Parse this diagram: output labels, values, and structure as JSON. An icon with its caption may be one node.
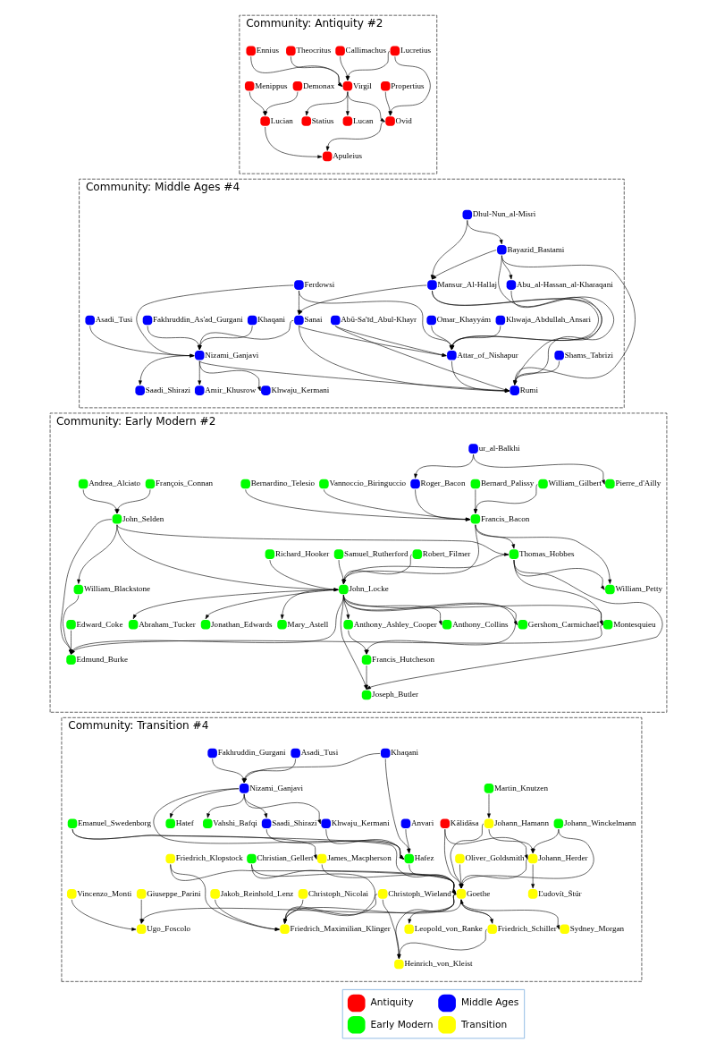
{
  "diagram": {
    "nodes": [
      {
        "text": [
          "Community: Antiquity #2"
        ]
      },
      {
        "text": [],
        "shape": "circle",
        "beside": [
          "Lucretius"
        ],
        "in": 0
      },
      {
        "text": [],
        "shape": "circle",
        "beside": [
          "Callimachus"
        ],
        "in": 0
      },
      {
        "text": [],
        "shape": "circle",
        "beside": [
          "Theocritus"
        ],
        "in": 0
      },
      {
        "text": [],
        "shape": "circle",
        "beside": [
          "Ennius"
        ],
        "in": 0
      },
      {
        "text": [],
        "shape": "circle",
        "beside": [
          "Demonax"
        ],
        "in": 0
      },
      {
        "text": [],
        "shape": "circle",
        "beside": [
          "Menippus"
        ],
        "in": 0
      },
      {
        "text": [],
        "shape": "circle",
        "beside": [
          "Propertius"
        ],
        "in": 0
      },
      {
        "text": [],
        "shape": "circle",
        "beside": [
          "Virgil"
        ],
        "in": 0
      },
      {
        "text": [],
        "shape": "circle",
        "beside": [
          "Lucian"
        ],
        "in": 0
      },
      {
        "text": [],
        "shape": "circle",
        "beside": [
          "Ovid"
        ],
        "in": 0
      },
      {
        "text": [],
        "shape": "circle",
        "beside": [
          "Statius"
        ],
        "in": 0
      },
      {
        "text": [],
        "shape": "circle",
        "beside": [
          "Lucan"
        ],
        "in": 0
      },
      {
        "text": [],
        "shape": "circle",
        "beside": [
          "Apuleius"
        ],
        "in": 0
      },
      {
        "text": [
          "Community: Middle Ages #4"
        ]
      },
      {
        "text": [],
        "shape": "circle",
        "beside": [
          "Dhul-Nun_al-Misri"
        ],
        "in": 14
      },
      {
        "text": [],
        "shape": "circle",
        "beside": [
          "Bayazid_Bastami"
        ],
        "in": 14
      },
      {
        "text": [],
        "shape": "circle",
        "beside": [
          "Ferdowsi"
        ],
        "in": 14
      },
      {
        "text": [],
        "shape": "circle",
        "beside": [
          "Mansur_Al-Hallaj"
        ],
        "in": 14
      },
      {
        "text": [],
        "shape": "circle",
        "beside": [
          "Abu_al-Hassan_al-Kharaqani"
        ],
        "in": 14
      },
      {
        "text": [],
        "shape": "circle",
        "beside": [
          "Khaqani"
        ],
        "in": 14
      },
      {
        "text": [],
        "shape": "circle",
        "beside": [
          "Fakhruddin_As'ad_Gurgani"
        ],
        "in": 14
      },
      {
        "text": [],
        "shape": "circle",
        "beside": [
          "Asadi_Tusi"
        ],
        "in": 14
      },
      {
        "text": [],
        "shape": "circle",
        "beside": [
          "Sanai"
        ],
        "in": 14
      },
      {
        "text": [],
        "shape": "circle",
        "beside": [
          "Khwaja_Abdullah_Ansari"
        ],
        "in": 14
      },
      {
        "text": [],
        "shape": "circle",
        "beside": [
          "Omar_Khayyám"
        ],
        "in": 14
      },
      {
        "text": [],
        "shape": "circle",
        "beside": [
          "Abū-Sa'īd_Abul-Khayr"
        ],
        "in": 14
      },
      {
        "text": [],
        "shape": "circle",
        "beside": [
          "Nizami_Ganjavi"
        ],
        "in": 14
      },
      {
        "text": [],
        "shape": "circle",
        "beside": [
          "Attar_of_Nishapur"
        ],
        "in": 14
      },
      {
        "text": [],
        "shape": "circle",
        "beside": [
          "Shams_Tabrizi"
        ],
        "in": 14
      },
      {
        "text": [],
        "shape": "circle",
        "beside": [
          "Amir_Khusrow"
        ],
        "in": 14
      },
      {
        "text": [],
        "shape": "circle",
        "beside": [
          "Khwaju_Kermani"
        ],
        "in": 14
      },
      {
        "text": [],
        "shape": "circle",
        "beside": [
          "Saadi_Shirazi"
        ],
        "in": 14
      },
      {
        "text": [],
        "shape": "circle",
        "beside": [
          "Rumi"
        ],
        "in": 14
      },
      {
        "text": [
          "Community: Early Modern #2"
        ]
      },
      {
        "text": [],
        "shape": "circle",
        "beside": [
          "ur_al-Balkhi"
        ],
        "in": 34
      },
      {
        "text": [],
        "shape": "circle",
        "beside": [
          "Andrea_Alciato"
        ],
        "in": 34
      },
      {
        "text": [],
        "shape": "circle",
        "beside": [
          "François_Connan"
        ],
        "in": 34
      },
      {
        "text": [],
        "shape": "circle",
        "beside": [
          "Vannoccio_Biringuccio"
        ],
        "in": 34
      },
      {
        "text": [],
        "shape": "circle",
        "beside": [
          "Bernardino_Telesio"
        ],
        "in": 34
      },
      {
        "text": [],
        "shape": "circle",
        "beside": [
          "William_Gilbert"
        ],
        "in": 34
      },
      {
        "text": [],
        "shape": "circle",
        "beside": [
          "Roger_Bacon"
        ],
        "in": 34
      },
      {
        "text": [],
        "shape": "circle",
        "beside": [
          "Bernard_Palissy"
        ],
        "in": 34
      },
      {
        "text": [],
        "shape": "circle",
        "beside": [
          "Pierre_d'Ailly"
        ],
        "in": 34
      },
      {
        "text": [],
        "shape": "circle",
        "beside": [
          "John_Selden"
        ],
        "in": 34
      },
      {
        "text": [],
        "shape": "circle",
        "beside": [
          "Francis_Bacon"
        ],
        "in": 34
      },
      {
        "text": [],
        "shape": "circle",
        "beside": [
          "Thomas_Hobbes"
        ],
        "in": 34
      },
      {
        "text": [],
        "shape": "circle",
        "beside": [
          "Robert_Filmer"
        ],
        "in": 34
      },
      {
        "text": [],
        "shape": "circle",
        "beside": [
          "Samuel_Rutherford"
        ],
        "in": 34
      },
      {
        "text": [],
        "shape": "circle",
        "beside": [
          "Richard_Hooker"
        ],
        "in": 34
      },
      {
        "text": [],
        "shape": "circle",
        "beside": [
          "John_Locke"
        ],
        "in": 34
      },
      {
        "text": [],
        "shape": "circle",
        "beside": [
          "William_Blackstone"
        ],
        "in": 34
      },
      {
        "text": [],
        "shape": "circle",
        "beside": [
          "William_Petty"
        ],
        "in": 34
      },
      {
        "text": [],
        "shape": "circle",
        "beside": [
          "Edward_Coke"
        ],
        "in": 34
      },
      {
        "text": [],
        "shape": "circle",
        "beside": [
          "Anthony_Ashley_Cooper"
        ],
        "in": 34
      },
      {
        "text": [],
        "shape": "circle",
        "beside": [
          "Gershom_Carmichael"
        ],
        "in": 34
      },
      {
        "text": [],
        "shape": "circle",
        "beside": [
          "Abraham_Tucker"
        ],
        "in": 34
      },
      {
        "text": [],
        "shape": "circle",
        "beside": [
          "Jonathan_Edwards"
        ],
        "in": 34
      },
      {
        "text": [],
        "shape": "circle",
        "beside": [
          "Mary_Astell"
        ],
        "in": 34
      },
      {
        "text": [],
        "shape": "circle",
        "beside": [
          "Anthony_Collins"
        ],
        "in": 34
      },
      {
        "text": [],
        "shape": "circle",
        "beside": [
          "Montesquieu"
        ],
        "in": 34
      },
      {
        "text": [],
        "shape": "circle",
        "beside": [
          "Edmund_Burke"
        ],
        "in": 34
      },
      {
        "text": [],
        "shape": "circle",
        "beside": [
          "Francis_Hutcheson"
        ],
        "in": 34
      },
      {
        "text": [],
        "shape": "circle",
        "beside": [
          "Joseph_Butler"
        ],
        "in": 34
      },
      {
        "text": [
          "Community: Transition #4"
        ]
      },
      {
        "text": [],
        "shape": "circle",
        "beside": [
          "Khaqani"
        ],
        "in": 64
      },
      {
        "text": [],
        "shape": "circle",
        "beside": [
          "Fakhruddin_Gurgani"
        ],
        "in": 64
      },
      {
        "text": [],
        "shape": "circle",
        "beside": [
          "Asadi_Tusi"
        ],
        "in": 64
      },
      {
        "text": [],
        "shape": "circle",
        "beside": [
          "Nizami_Ganjavi"
        ],
        "in": 64
      },
      {
        "text": [],
        "shape": "circle",
        "beside": [
          "Martin_Knutzen"
        ],
        "in": 64
      },
      {
        "text": [],
        "shape": "circle",
        "beside": [
          "Saadi_Shirazi"
        ],
        "in": 64
      },
      {
        "text": [],
        "shape": "circle",
        "beside": [
          "Anvari"
        ],
        "in": 64
      },
      {
        "text": [],
        "shape": "circle",
        "beside": [
          "Khwaju_Kermani"
        ],
        "in": 64
      },
      {
        "text": [],
        "shape": "circle",
        "beside": [
          "Kālidāsa"
        ],
        "in": 64
      },
      {
        "text": [],
        "shape": "circle",
        "beside": [
          "Emanuel_Swedenborg"
        ],
        "in": 64
      },
      {
        "text": [],
        "shape": "circle",
        "beside": [
          "Johann_Winckelmann"
        ],
        "in": 64
      },
      {
        "text": [],
        "shape": "circle",
        "beside": [
          "Hatef"
        ],
        "in": 64
      },
      {
        "text": [],
        "shape": "circle",
        "beside": [
          "Vahshi_Bafqi"
        ],
        "in": 64
      },
      {
        "text": [],
        "shape": "circle",
        "beside": [
          "Johann_Hamann"
        ],
        "in": 64
      },
      {
        "text": [],
        "shape": "circle",
        "beside": [
          "Friedrich_Klopstock"
        ],
        "in": 64
      },
      {
        "text": [],
        "shape": "circle",
        "beside": [
          "Christian_Gellert"
        ],
        "in": 64
      },
      {
        "text": [],
        "shape": "circle",
        "beside": [
          "James_Macpherson"
        ],
        "in": 64
      },
      {
        "text": [],
        "shape": "circle",
        "beside": [
          "Hafez"
        ],
        "in": 64
      },
      {
        "text": [],
        "shape": "circle",
        "beside": [
          "Oliver_Goldsmith"
        ],
        "in": 64
      },
      {
        "text": [],
        "shape": "circle",
        "beside": [
          "Johann_Herder"
        ],
        "in": 64
      },
      {
        "text": [],
        "shape": "circle",
        "beside": [
          "Christoph_Nicolai"
        ],
        "in": 64
      },
      {
        "text": [],
        "shape": "circle",
        "beside": [
          "Jakob_Reinhold_Lenz"
        ],
        "in": 64
      },
      {
        "text": [],
        "shape": "circle",
        "beside": [
          "Christoph_Wieland"
        ],
        "in": 64
      },
      {
        "text": [],
        "shape": "circle",
        "beside": [
          "Goethe"
        ],
        "in": 64
      },
      {
        "text": [],
        "shape": "circle",
        "beside": [
          "Giuseppe_Parini"
        ],
        "in": 64
      },
      {
        "text": [],
        "shape": "circle",
        "beside": [
          "Ľudovít_Štúr"
        ],
        "in": 64
      },
      {
        "text": [],
        "shape": "circle",
        "beside": [
          "Vincenzo_Monti"
        ],
        "in": 64
      },
      {
        "text": [],
        "shape": "circle",
        "beside": [
          "Friedrich_Maximilian_Klinger"
        ],
        "in": 64
      },
      {
        "text": [],
        "shape": "circle",
        "beside": [
          "Leopold_von_Ranke"
        ],
        "in": 64
      },
      {
        "text": [],
        "shape": "circle",
        "beside": [
          "Sydney_Morgan"
        ],
        "in": 64
      },
      {
        "text": [],
        "shape": "circle",
        "beside": [
          "Friedrich_Schiller"
        ],
        "in": 64
      },
      {
        "text": [],
        "shape": "circle",
        "beside": [
          "Ugo_Foscolo"
        ],
        "in": 64
      },
      {
        "text": [],
        "shape": "circle",
        "beside": [
          "Heinrich_von_Kleist"
        ],
        "in": 64
      }
    ],
    "edges": [
      {
        "from": 1,
        "to": 8,
        "arrow": "to"
      },
      {
        "from": 1,
        "to": 10,
        "arrow": "to"
      },
      {
        "from": 2,
        "to": 8,
        "arrow": "to"
      },
      {
        "from": 3,
        "to": 8,
        "arrow": "to"
      },
      {
        "from": 4,
        "to": 8,
        "arrow": "to"
      },
      {
        "from": 5,
        "to": 9,
        "arrow": "to"
      },
      {
        "from": 6,
        "to": 9,
        "arrow": "to"
      },
      {
        "from": 7,
        "to": 10,
        "arrow": "to"
      },
      {
        "from": 8,
        "to": 10,
        "arrow": "to"
      },
      {
        "from": 8,
        "to": 11,
        "arrow": "to"
      },
      {
        "from": 8,
        "to": 12,
        "arrow": "to"
      },
      {
        "from": 9,
        "to": 13,
        "arrow": "to"
      },
      {
        "from": 10,
        "to": 13,
        "arrow": "to"
      },
      {
        "from": 15,
        "to": 16,
        "arrow": "to"
      },
      {
        "from": 15,
        "to": 18,
        "arrow": "to"
      },
      {
        "from": 16,
        "to": 18,
        "arrow": "to"
      },
      {
        "from": 16,
        "to": 19,
        "arrow": "to"
      },
      {
        "from": 16,
        "to": 28,
        "arrow": "to"
      },
      {
        "from": 16,
        "to": 33,
        "arrow": "to"
      },
      {
        "from": 17,
        "to": 23,
        "arrow": "to"
      },
      {
        "from": 17,
        "to": 27,
        "arrow": "to"
      },
      {
        "from": 17,
        "to": 28,
        "arrow": "to"
      },
      {
        "from": 18,
        "to": 23,
        "arrow": "to"
      },
      {
        "from": 18,
        "to": 28,
        "arrow": "to"
      },
      {
        "from": 18,
        "to": 33,
        "arrow": "to"
      },
      {
        "from": 20,
        "to": 27,
        "arrow": "to"
      },
      {
        "from": 21,
        "to": 27,
        "arrow": "to"
      },
      {
        "from": 22,
        "to": 27,
        "arrow": "to"
      },
      {
        "from": 23,
        "to": 27,
        "arrow": "to"
      },
      {
        "from": 23,
        "to": 28,
        "arrow": "to"
      },
      {
        "from": 23,
        "to": 33,
        "arrow": "to"
      },
      {
        "from": 24,
        "to": 28,
        "arrow": "to"
      },
      {
        "from": 25,
        "to": 28,
        "arrow": "to"
      },
      {
        "from": 26,
        "to": 28,
        "arrow": "to"
      },
      {
        "from": 26,
        "to": 33,
        "arrow": "to"
      },
      {
        "from": 19,
        "to": 33,
        "arrow": "to"
      },
      {
        "from": 27,
        "to": 30,
        "arrow": "to"
      },
      {
        "from": 27,
        "to": 31,
        "arrow": "to"
      },
      {
        "from": 27,
        "to": 32,
        "arrow": "to"
      },
      {
        "from": 27,
        "to": 33,
        "arrow": "to"
      },
      {
        "from": 28,
        "to": 33,
        "arrow": "to"
      },
      {
        "from": 29,
        "to": 33,
        "arrow": "to"
      },
      {
        "from": 35,
        "to": 41,
        "arrow": "to"
      },
      {
        "from": 35,
        "to": 43,
        "arrow": "to"
      },
      {
        "from": 36,
        "to": 44,
        "arrow": "to"
      },
      {
        "from": 37,
        "to": 44,
        "arrow": "to"
      },
      {
        "from": 44,
        "to": 51,
        "arrow": "to"
      },
      {
        "from": 44,
        "to": 61,
        "arrow": "to"
      },
      {
        "from": 44,
        "to": 50,
        "arrow": "to"
      },
      {
        "from": 44,
        "to": 46,
        "arrow": "to"
      },
      {
        "from": 38,
        "to": 45,
        "arrow": "to"
      },
      {
        "from": 39,
        "to": 45,
        "arrow": "to"
      },
      {
        "from": 40,
        "to": 45,
        "arrow": "to"
      },
      {
        "from": 41,
        "to": 45,
        "arrow": "to"
      },
      {
        "from": 42,
        "to": 45,
        "arrow": "to"
      },
      {
        "from": 45,
        "to": 46,
        "arrow": "to"
      },
      {
        "from": 45,
        "to": 50,
        "arrow": "to"
      },
      {
        "from": 45,
        "to": 52,
        "arrow": "to"
      },
      {
        "from": 46,
        "to": 50,
        "arrow": "to"
      },
      {
        "from": 46,
        "to": 52,
        "arrow": "to"
      },
      {
        "from": 46,
        "to": 60,
        "arrow": "to"
      },
      {
        "from": 46,
        "to": 63,
        "arrow": "to"
      },
      {
        "from": 47,
        "to": 50,
        "arrow": "to"
      },
      {
        "from": 48,
        "to": 50,
        "arrow": "to"
      },
      {
        "from": 49,
        "to": 50,
        "arrow": "to"
      },
      {
        "from": 50,
        "to": 61,
        "arrow": "to"
      },
      {
        "from": 50,
        "to": 54,
        "arrow": "to"
      },
      {
        "from": 50,
        "to": 62,
        "arrow": "to"
      },
      {
        "from": 50,
        "to": 55,
        "arrow": "to"
      },
      {
        "from": 50,
        "to": 56,
        "arrow": "to"
      },
      {
        "from": 50,
        "to": 57,
        "arrow": "to"
      },
      {
        "from": 50,
        "to": 58,
        "arrow": "to"
      },
      {
        "from": 50,
        "to": 59,
        "arrow": "to"
      },
      {
        "from": 50,
        "to": 60,
        "arrow": "to"
      },
      {
        "from": 50,
        "to": 63,
        "arrow": "to"
      },
      {
        "from": 51,
        "to": 61,
        "arrow": "to"
      },
      {
        "from": 53,
        "to": 61,
        "arrow": "to"
      },
      {
        "from": 54,
        "to": 62,
        "arrow": "to"
      },
      {
        "from": 60,
        "to": 61,
        "arrow": "to"
      },
      {
        "from": 62,
        "to": 63,
        "arrow": "to"
      },
      {
        "from": 65,
        "to": 68,
        "arrow": "to"
      },
      {
        "from": 65,
        "to": 82,
        "arrow": "to"
      },
      {
        "from": 66,
        "to": 68,
        "arrow": "to"
      },
      {
        "from": 67,
        "to": 68,
        "arrow": "to"
      },
      {
        "from": 68,
        "to": 70,
        "arrow": "to"
      },
      {
        "from": 68,
        "to": 82,
        "arrow": "to"
      },
      {
        "from": 68,
        "to": 72,
        "arrow": "to"
      },
      {
        "from": 68,
        "to": 76,
        "arrow": "to"
      },
      {
        "from": 68,
        "to": 77,
        "arrow": "to"
      },
      {
        "from": 70,
        "to": 82,
        "arrow": "to"
      },
      {
        "from": 71,
        "to": 82,
        "arrow": "to"
      },
      {
        "from": 72,
        "to": 82,
        "arrow": "to"
      },
      {
        "from": 69,
        "to": 78,
        "arrow": "to"
      },
      {
        "from": 73,
        "to": 84,
        "arrow": "to"
      },
      {
        "from": 73,
        "to": 88,
        "arrow": "to"
      },
      {
        "from": 75,
        "to": 84,
        "arrow": "to"
      },
      {
        "from": 75,
        "to": 88,
        "arrow": "to"
      },
      {
        "from": 78,
        "to": 84,
        "arrow": "to"
      },
      {
        "from": 78,
        "to": 88,
        "arrow": "to"
      },
      {
        "from": 74,
        "to": 81,
        "arrow": "to"
      },
      {
        "from": 74,
        "to": 88,
        "arrow": "to"
      },
      {
        "from": 81,
        "to": 88,
        "arrow": "to"
      },
      {
        "from": 82,
        "to": 88,
        "arrow": "to"
      },
      {
        "from": 83,
        "to": 88,
        "arrow": "to"
      },
      {
        "from": 84,
        "to": 88,
        "arrow": "to"
      },
      {
        "from": 84,
        "to": 90,
        "arrow": "to"
      },
      {
        "from": 79,
        "to": 88,
        "arrow": "to"
      },
      {
        "from": 79,
        "to": 92,
        "arrow": "to"
      },
      {
        "from": 80,
        "to": 88,
        "arrow": "to"
      },
      {
        "from": 80,
        "to": 92,
        "arrow": "to"
      },
      {
        "from": 85,
        "to": 92,
        "arrow": "to"
      },
      {
        "from": 86,
        "to": 92,
        "arrow": "to"
      },
      {
        "from": 87,
        "to": 92,
        "arrow": "to"
      },
      {
        "from": 87,
        "to": 97,
        "arrow": "to"
      },
      {
        "from": 88,
        "to": 92,
        "arrow": "to"
      },
      {
        "from": 88,
        "to": 93,
        "arrow": "to"
      },
      {
        "from": 88,
        "to": 94,
        "arrow": "to"
      },
      {
        "from": 88,
        "to": 95,
        "arrow": "to"
      },
      {
        "from": 95,
        "to": 88,
        "arrow": "to"
      },
      {
        "from": 88,
        "to": 96,
        "arrow": "to"
      },
      {
        "from": 88,
        "to": 97,
        "arrow": "to"
      },
      {
        "from": 95,
        "to": 97,
        "arrow": "to"
      },
      {
        "from": 89,
        "to": 96,
        "arrow": "to"
      },
      {
        "from": 91,
        "to": 96,
        "arrow": "to"
      }
    ],
    "legend": [
      {
        "text": "Antiquity",
        "color": "#ff0000"
      },
      {
        "text": "Middle Ages",
        "color": "#0000ff"
      },
      {
        "text": "Early Modern",
        "color": "#00ff00"
      },
      {
        "text": "Transition",
        "color": "#ffff00"
      }
    ]
  }
}
